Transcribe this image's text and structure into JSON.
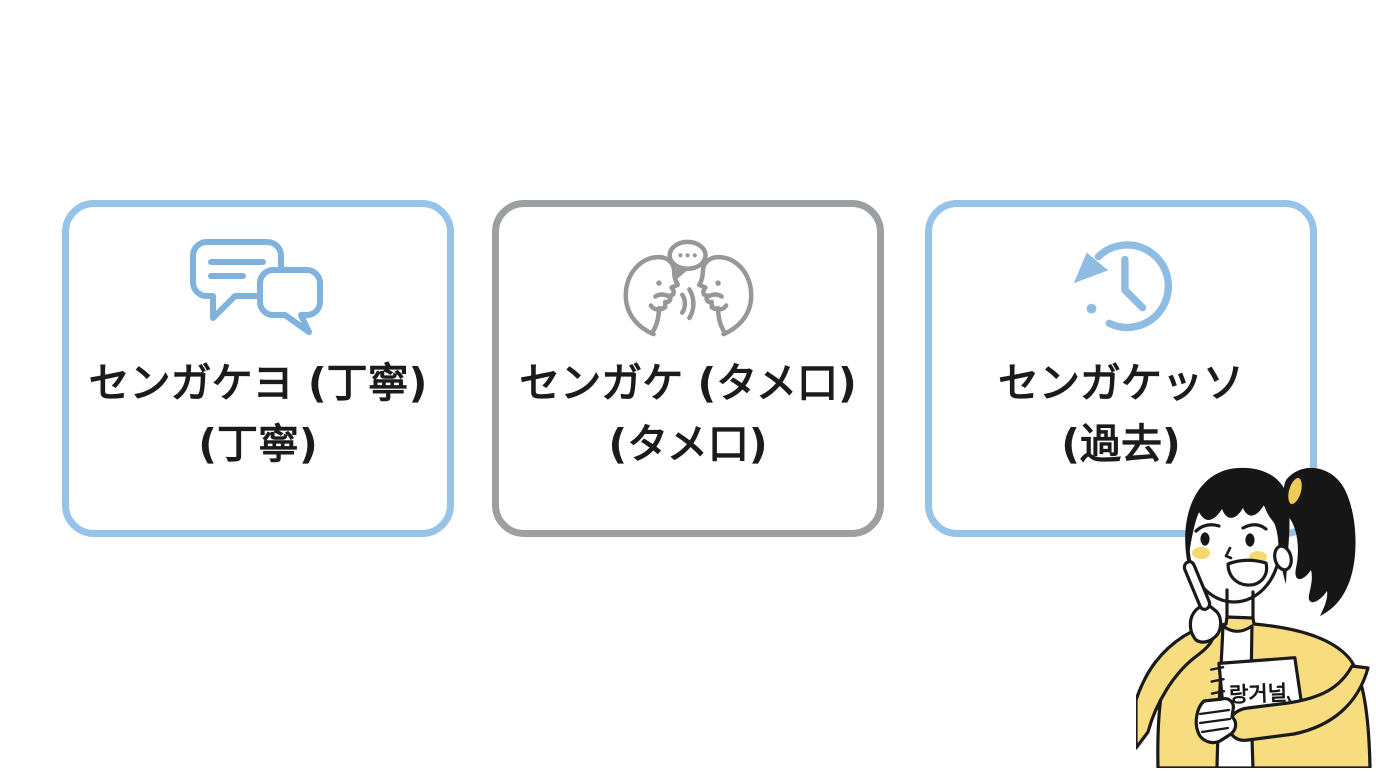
{
  "page": {
    "background": "#FFFFFF",
    "text_color": "#1B1B1B",
    "accent_blue": "#97C3E8",
    "accent_gray": "#9DA0A3"
  },
  "cards": [
    {
      "id": "polite",
      "icon": "chat-bubbles-icon",
      "icon_color": "#7FB3DD",
      "border_color": "#97C3E8",
      "line1": "センガケヨ (丁寧)",
      "line2": "(丁寧)"
    },
    {
      "id": "casual",
      "icon": "people-talking-icon",
      "icon_color": "#96979B",
      "border_color": "#9DA0A3",
      "line1": "センガケ (タメ口)",
      "line2": "(タメ口)"
    },
    {
      "id": "past",
      "icon": "history-clock-icon",
      "icon_color": "#8FBCE2",
      "border_color": "#97C3E8",
      "line1": "センガケッソ",
      "line2": "(過去)"
    }
  ],
  "illustration": {
    "character": "woman-thinking-with-notebook",
    "notebook_label": "랑거널",
    "colors": {
      "outline": "#1A1A1A",
      "hair": "#161616",
      "cardigan": "#F8DC80",
      "blush": "#F5D96F",
      "scrunchie": "#EFCB59",
      "skin": "#FFFFFF"
    }
  }
}
